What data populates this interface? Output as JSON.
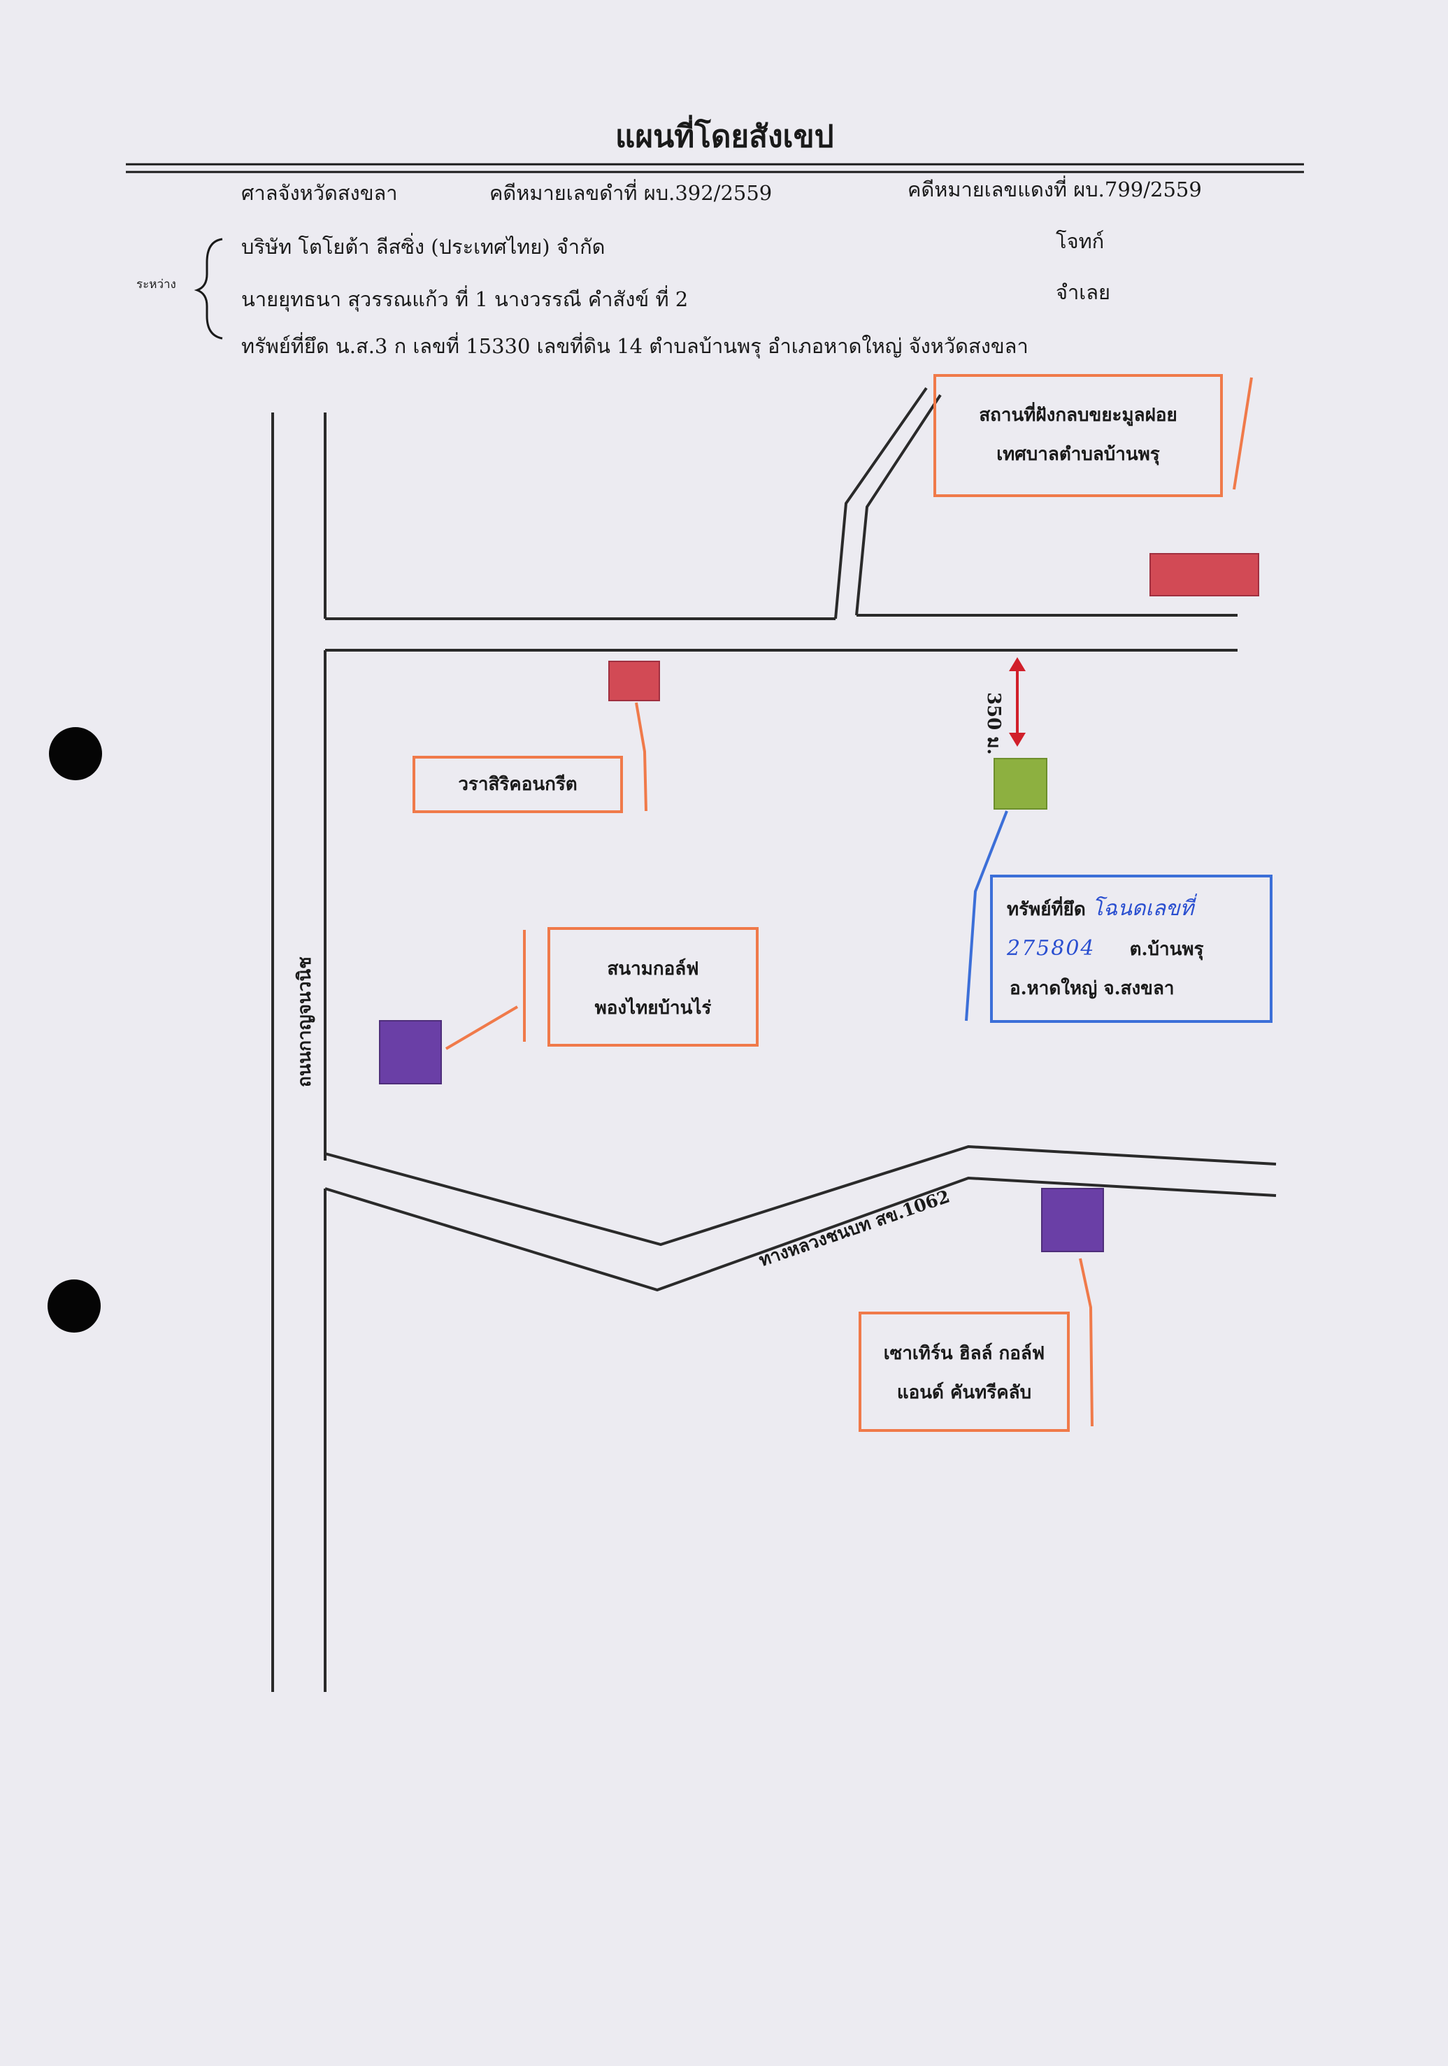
{
  "document": {
    "title": "แผนที่โดยสังเขป",
    "court": "ศาลจังหวัดสงขลา",
    "black_case_no": "คดีหมายเลขดำที่ ผบ.392/2559",
    "red_case_no": "คดีหมายเลขแดงที่ ผบ.799/2559",
    "between_label": "ระหว่าง",
    "plaintiff": "บริษัท โตโยต้า ลีสซิ่ง (ประเทศไทย) จำกัด",
    "plaintiff_role": "โจทก์",
    "defendants": "นายยุทธนา สุวรรณแก้ว ที่ 1 นางวรรณี คำสังข์ ที่ 2",
    "defendants_role": "จำเลย",
    "seized_property": "ทรัพย์ที่ยึด น.ส.3 ก เลขที่ 15330 เลขที่ดิน 14 ตำบลบ้านพรุ อำเภอหาดใหญ่ จังหวัดสงขลา"
  },
  "map": {
    "road_vertical_label": "ถนนกาญจนวนิช",
    "highway_label": "ทางหลวงชนบท สข.1062",
    "distance_label": "350 ม.",
    "landmarks": {
      "landfill": {
        "line1": "สถานที่ฝังกลบขยะมูลฝอย",
        "line2": "เทศบาลตำบลบ้านพรุ"
      },
      "concrete": {
        "line1": "วราสิริคอนกรีต"
      },
      "golf_thai": {
        "line1": "สนามกอล์ฟ",
        "line2": "พองไทยบ้านไร่"
      },
      "southern_hills": {
        "line1": "เซาเทิร์น ฮิลล์ กอล์ฟ",
        "line2": "แอนด์ คันทรีคลับ"
      },
      "seized": {
        "line1_prefix": "ทรัพย์ที่ยึด",
        "line1_handwritten": "โฉนดเลขที่",
        "line2_handwritten": "275804",
        "line2_suffix": "ต.บ้านพรุ",
        "line3": "อ.หาดใหญ่ จ.สงขลา"
      }
    },
    "colors": {
      "road": "#2a2a2a",
      "label_border_orange": "#f07a4a",
      "label_border_blue": "#3c6fd8",
      "marker_red": "#d24a55",
      "marker_purple": "#6a3fa6",
      "marker_green": "#8db040",
      "arrow_red": "#d11f2a",
      "handwriting_blue": "#2a4fd0"
    }
  }
}
